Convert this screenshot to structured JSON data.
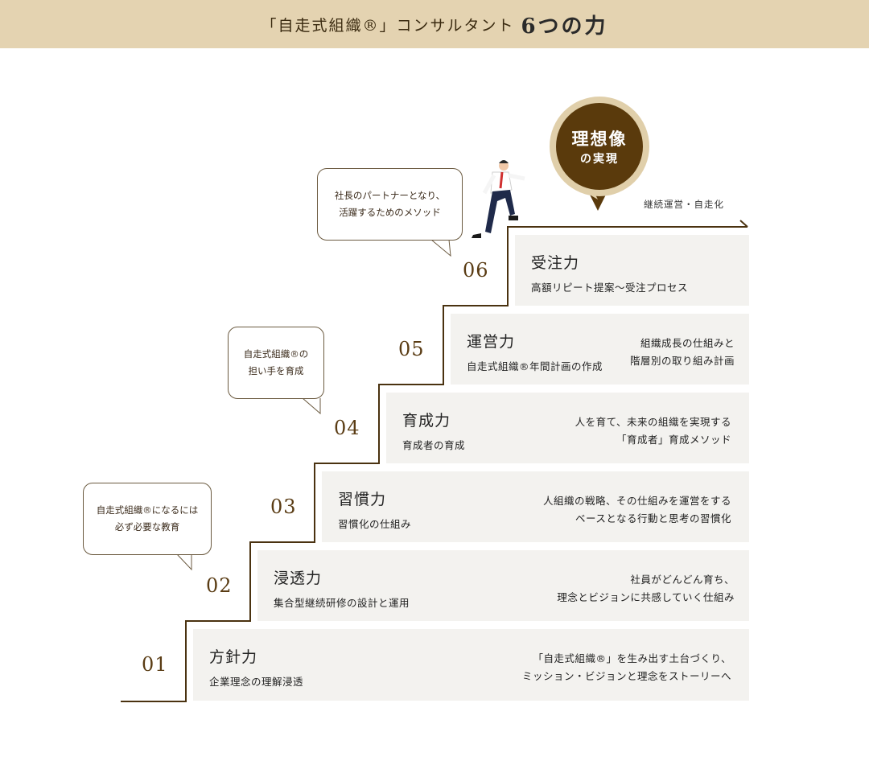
{
  "header": {
    "title": "「自走式組織®」コンサルタント",
    "big": "6つの力"
  },
  "ideal": {
    "line1": "理想像",
    "line2": "の実現"
  },
  "goal_label": "継続運営・自走化",
  "steps": [
    {
      "num": "01",
      "name": "方針力",
      "sub": "企業理念の理解浸透",
      "desc1": "「自走式組織®」を生み出す土台づくり、",
      "desc2": "ミッション・ビジョンと理念をストーリーへ"
    },
    {
      "num": "02",
      "name": "浸透力",
      "sub": "集合型継続研修の設計と運用",
      "desc1": "社員がどんどん育ち、",
      "desc2": "理念とビジョンに共感していく仕組み"
    },
    {
      "num": "03",
      "name": "習慣力",
      "sub": "習慣化の仕組み",
      "desc1": "人組織の戦略、その仕組みを運営をする",
      "desc2": "ベースとなる行動と思考の習慣化"
    },
    {
      "num": "04",
      "name": "育成力",
      "sub": "育成者の育成",
      "desc1": "人を育て、未来の組織を実現する",
      "desc2": "「育成者」育成メソッド"
    },
    {
      "num": "05",
      "name": "運営力",
      "sub": "自走式組織®年間計画の作成",
      "desc1": "組織成長の仕組みと",
      "desc2": "階層別の取り組み計画"
    },
    {
      "num": "06",
      "name": "受注力",
      "sub": "高額リピート提案〜受注プロセス",
      "desc1": "",
      "desc2": ""
    }
  ],
  "bubbles": [
    {
      "line1": "自走式組織®になるには",
      "line2": "必ず必要な教育"
    },
    {
      "line1": "自走式組織®の",
      "line2": "担い手を育成"
    },
    {
      "line1": "社長のパートナーとなり、",
      "line2": "活躍するためのメソッド"
    }
  ],
  "colors": {
    "header_bg": "#e4d3b1",
    "stair_line": "#4a3210",
    "card_bg": "#f3f2ef",
    "ideal_dark": "#5a3a0c",
    "ideal_ring": "#e0cfaa"
  }
}
